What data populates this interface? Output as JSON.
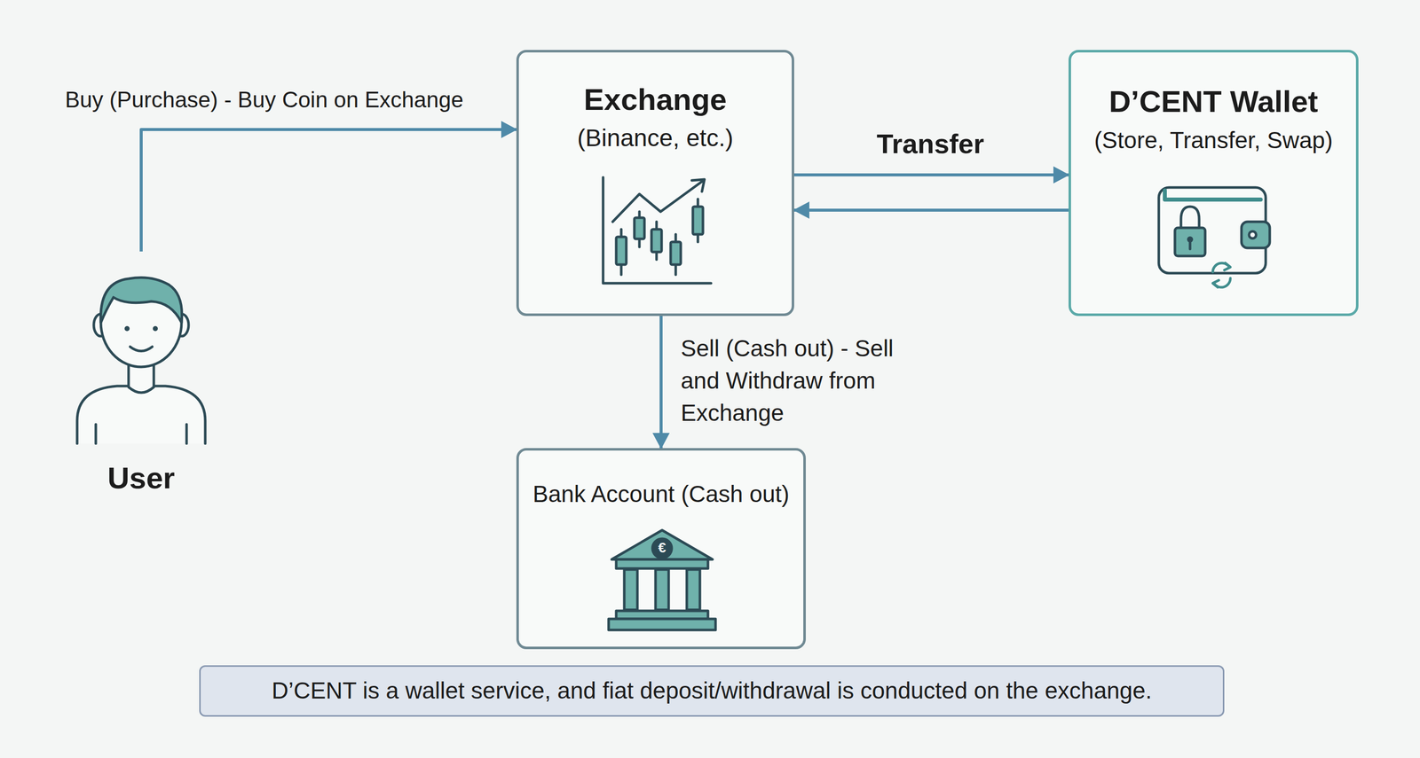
{
  "diagram": {
    "nodes": [
      {
        "text": [
          "User"
        ]
      },
      {
        "text": [
          "Exchange",
          "(Binance, etc.)"
        ]
      },
      {
        "text": [
          "D’CENT Wallet",
          "(Store, Transfer, Swap)"
        ]
      },
      {
        "text": [
          "Bank Account (Cash out)"
        ]
      },
      {
        "text": [
          "D’CENT is a wallet service, and fiat deposit/withdrawal is conducted on the exchange."
        ]
      }
    ],
    "edges": [
      {
        "from": 0,
        "to": 1,
        "label": "Buy (Purchase) - Buy Coin on Exchange",
        "arrow": "to"
      },
      {
        "from": 1,
        "to": 2,
        "label": "Transfer",
        "arrow": "to"
      },
      {
        "from": 2,
        "to": 1,
        "arrow": "to"
      },
      {
        "from": 1,
        "to": 3,
        "label": "Sell (Cash out) - Sell and Withdraw from Exchange",
        "arrow": "to"
      }
    ],
    "labels": [
      "€"
    ]
  }
}
